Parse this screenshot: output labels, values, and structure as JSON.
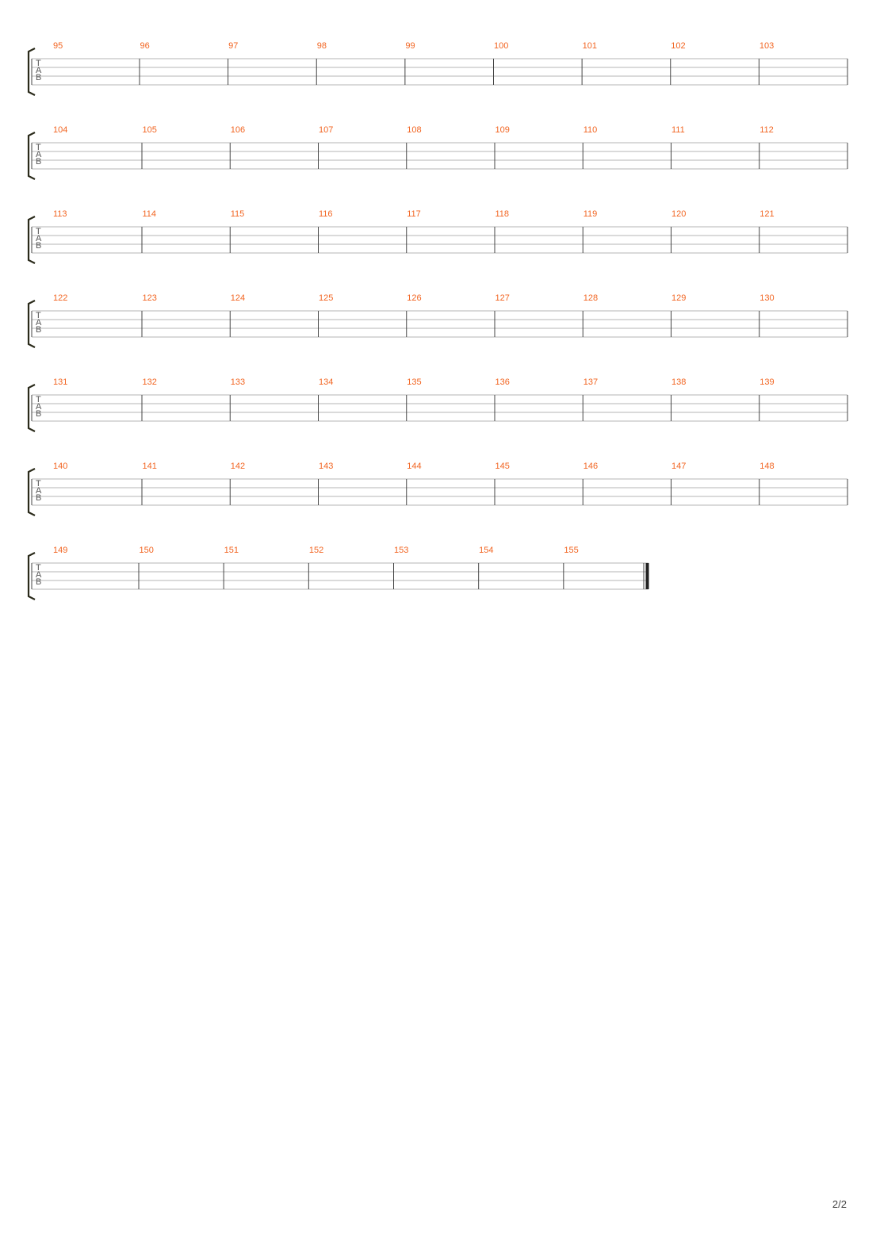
{
  "sheet": {
    "tab_clef": [
      "T",
      "A",
      "B"
    ],
    "colors": {
      "measure_number": "#f26522",
      "staff_line": "#b4b4b4",
      "barline": "#444444",
      "bracket": "#2a2a1a",
      "clef_text": "#555555"
    },
    "systems": [
      {
        "measures": [
          "95",
          "96",
          "97",
          "98",
          "99",
          "100",
          "101",
          "102",
          "103"
        ],
        "final": false
      },
      {
        "measures": [
          "104",
          "105",
          "106",
          "107",
          "108",
          "109",
          "110",
          "111",
          "112"
        ],
        "final": false
      },
      {
        "measures": [
          "113",
          "114",
          "115",
          "116",
          "117",
          "118",
          "119",
          "120",
          "121"
        ],
        "final": false
      },
      {
        "measures": [
          "122",
          "123",
          "124",
          "125",
          "126",
          "127",
          "128",
          "129",
          "130"
        ],
        "final": false
      },
      {
        "measures": [
          "131",
          "132",
          "133",
          "134",
          "135",
          "136",
          "137",
          "138",
          "139"
        ],
        "final": false
      },
      {
        "measures": [
          "140",
          "141",
          "142",
          "143",
          "144",
          "145",
          "146",
          "147",
          "148"
        ],
        "final": false
      },
      {
        "measures": [
          "149",
          "150",
          "151",
          "152",
          "153",
          "154",
          "155"
        ],
        "final": true
      }
    ]
  },
  "footer": {
    "page_number": "2/2"
  }
}
